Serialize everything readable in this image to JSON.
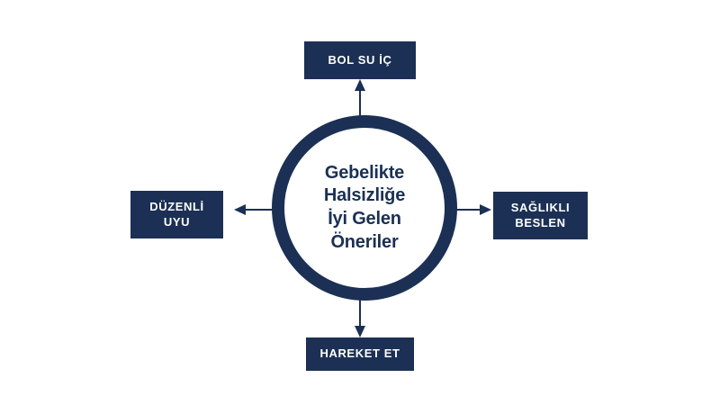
{
  "diagram": {
    "background_color": "#ffffff",
    "accent_color": "#1b3054",
    "text_on_accent_color": "#ffffff",
    "center": {
      "lines": [
        "Gebelikte",
        "Halsizliğe",
        "İyi Gelen",
        "Öneriler"
      ]
    },
    "nodes": {
      "top": {
        "lines": [
          "BOL SU İÇ"
        ]
      },
      "right": {
        "lines": [
          "SAĞLIKLI",
          "BESLEN"
        ]
      },
      "bottom": {
        "lines": [
          "HAREKET ET"
        ]
      },
      "left": {
        "lines": [
          "DÜZENLİ",
          "UYU"
        ]
      }
    },
    "arrows": {
      "top": "arrow-up-icon",
      "right": "arrow-right-icon",
      "bottom": "arrow-down-icon",
      "left": "arrow-left-icon"
    }
  }
}
